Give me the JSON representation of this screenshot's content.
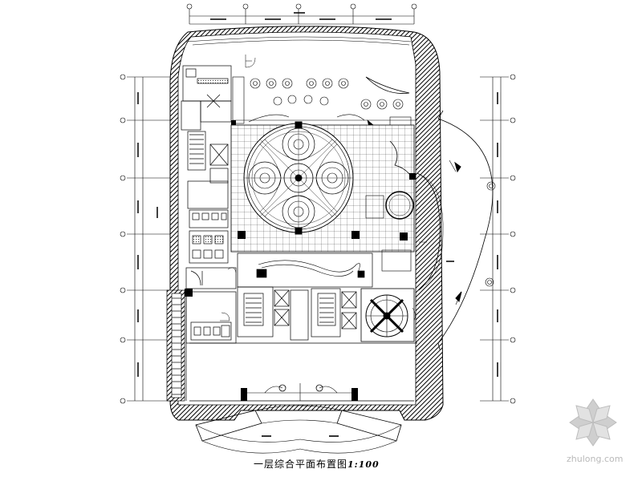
{
  "drawing": {
    "title": "一层综合平面布置图",
    "scale": "1:100"
  },
  "watermark": {
    "text": "zhulong.com"
  },
  "colors": {
    "line": "#000000",
    "hatch": "#555555",
    "watermark": "#bdbdbd"
  }
}
